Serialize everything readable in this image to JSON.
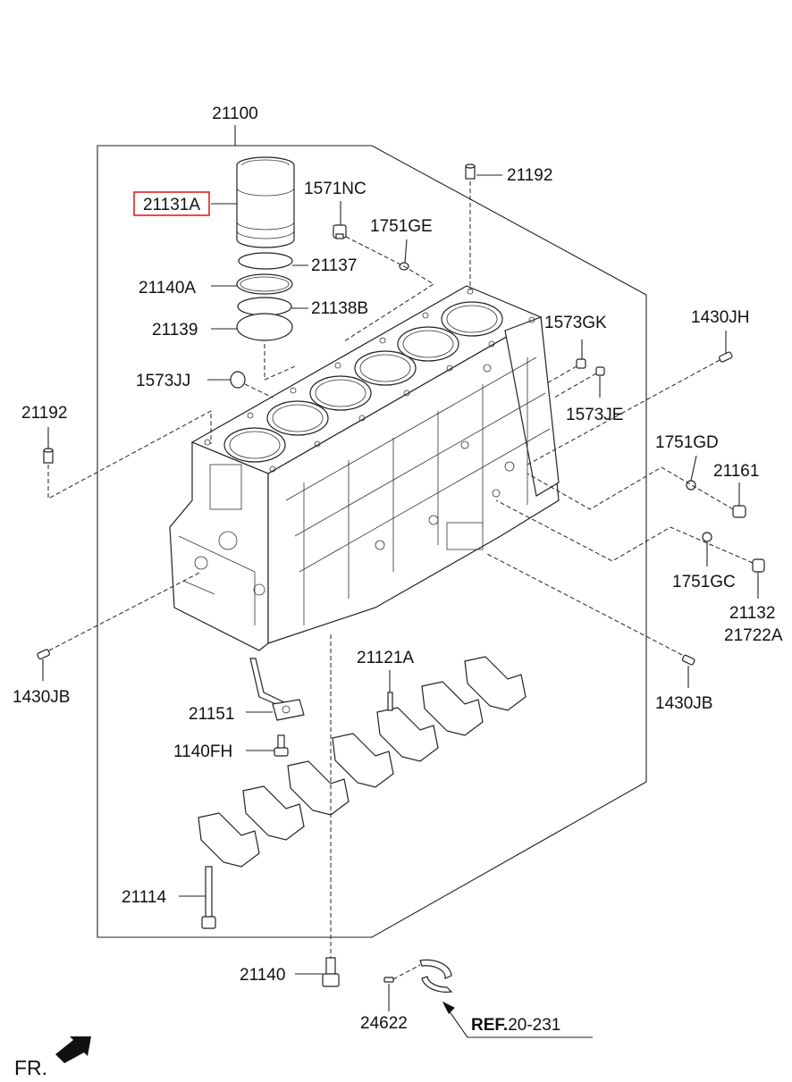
{
  "labels": {
    "assembly": "21100",
    "liner_highlight": "21131A",
    "ring_21137": "21137",
    "ring_21140a": "21140A",
    "ring_21138b": "21138B",
    "ring_21139": "21139",
    "plug_1571nc": "1571NC",
    "washer_1751ge": "1751GE",
    "dowel_top": "21192",
    "dowel_left": "21192",
    "plug_1573gk": "1573GK",
    "plug_1573jj": "1573JJ",
    "plug_1573je": "1573JE",
    "pin_1430jh": "1430JH",
    "washer_1751gd": "1751GD",
    "plug_21161": "21161",
    "washer_1751gc": "1751GC",
    "plug_21132": "21132",
    "plug_21722a": "21722A",
    "pin_1430jb_left": "1430JB",
    "pin_1430jb_right": "1430JB",
    "bearing_cap": "21121A",
    "oil_jet": "21151",
    "bolt_1140fh": "1140FH",
    "cap_bolt": "21114",
    "bolt_21140": "21140",
    "pin_24622": "24622",
    "ref_prefix": "REF.",
    "ref_number": "20-231",
    "front": "FR."
  }
}
